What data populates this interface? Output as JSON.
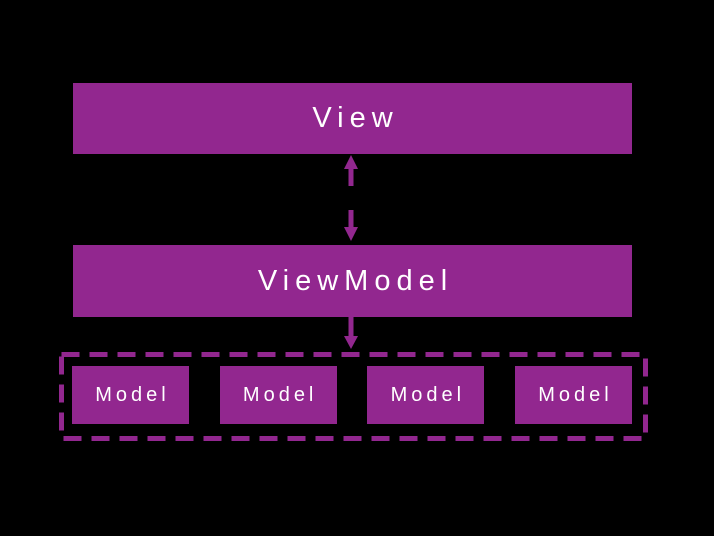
{
  "colors": {
    "background": "#000000",
    "accent": "#92278F",
    "text": "#FFFFFF"
  },
  "nodes": {
    "view": {
      "label": "View"
    },
    "viewmodel": {
      "label": "ViewModel"
    },
    "models": [
      {
        "label": "Model"
      },
      {
        "label": "Model"
      },
      {
        "label": "Model"
      },
      {
        "label": "Model"
      }
    ]
  },
  "icons": {
    "view_viewmodel_connector": "two-way-vertical-arrow",
    "viewmodel_models_connector": "down-arrow",
    "models_group_border": "dashed-rectangle"
  }
}
